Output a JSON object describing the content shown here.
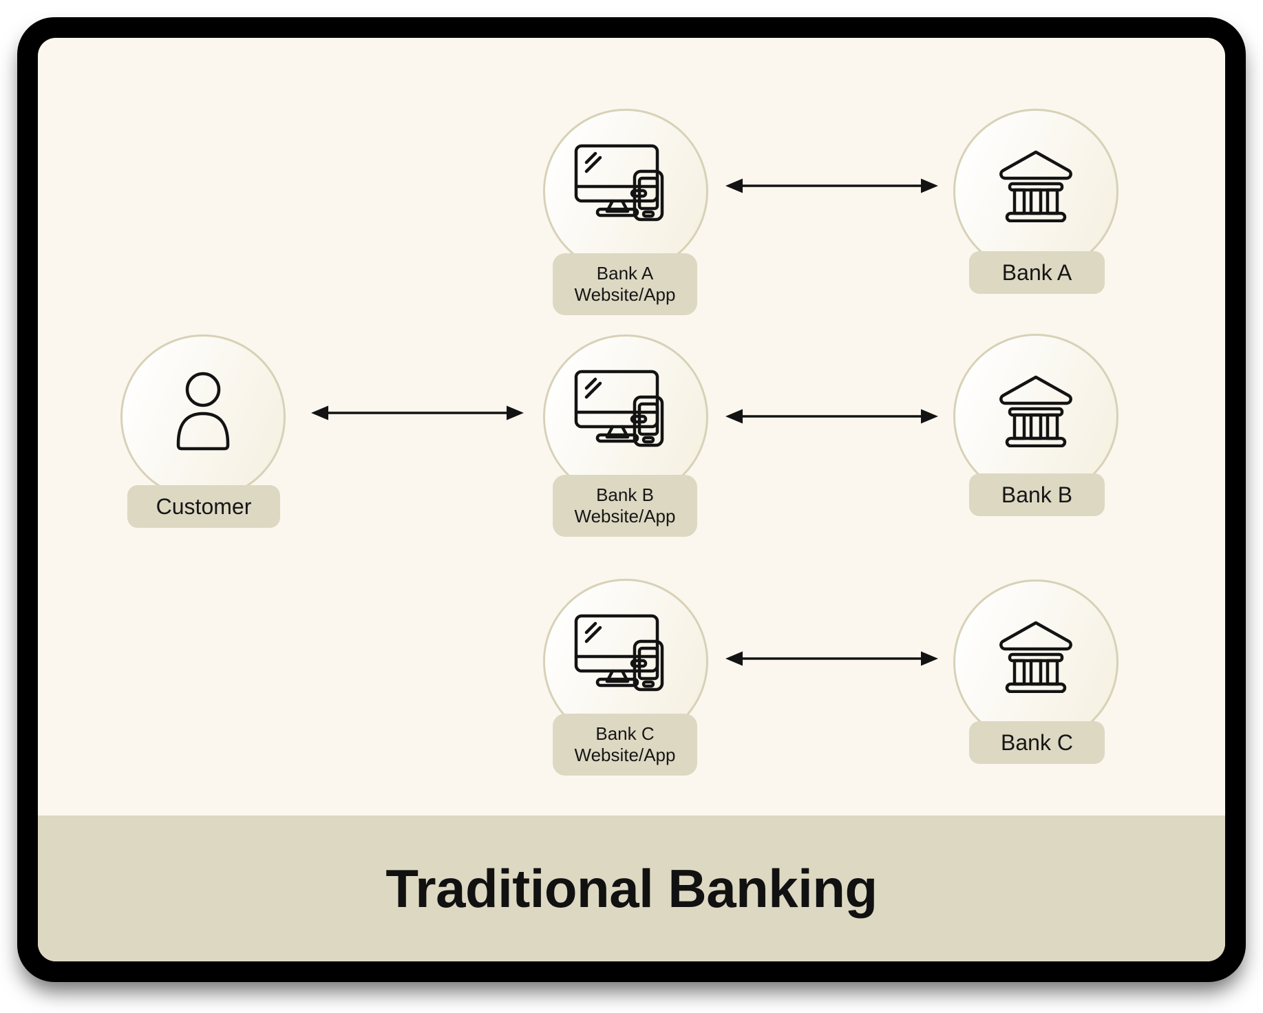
{
  "title": "Traditional Banking",
  "nodes": {
    "customer": {
      "label": "Customer"
    },
    "middle": [
      {
        "lines": [
          "Bank A",
          "Website/App"
        ]
      },
      {
        "lines": [
          "Bank B",
          "Website/App"
        ]
      },
      {
        "lines": [
          "Bank C",
          "Website/App"
        ]
      }
    ],
    "right": [
      {
        "label": "Bank A"
      },
      {
        "label": "Bank B"
      },
      {
        "label": "Bank C"
      }
    ]
  },
  "icons": {
    "customer": "person-icon",
    "middle": "desktop-and-phone-icon",
    "right": "bank-building-icon"
  },
  "colors": {
    "frame": "#000000",
    "canvas_bg": "#fbf7ee",
    "band_bg": "#ddd8c2",
    "label_bg": "#ddd8c2",
    "circle_stroke": "#d7d1b7",
    "circle_fill_start": "#ffffff",
    "circle_fill_end": "#f6f1e3",
    "text": "#141414",
    "arrow": "#131313"
  }
}
